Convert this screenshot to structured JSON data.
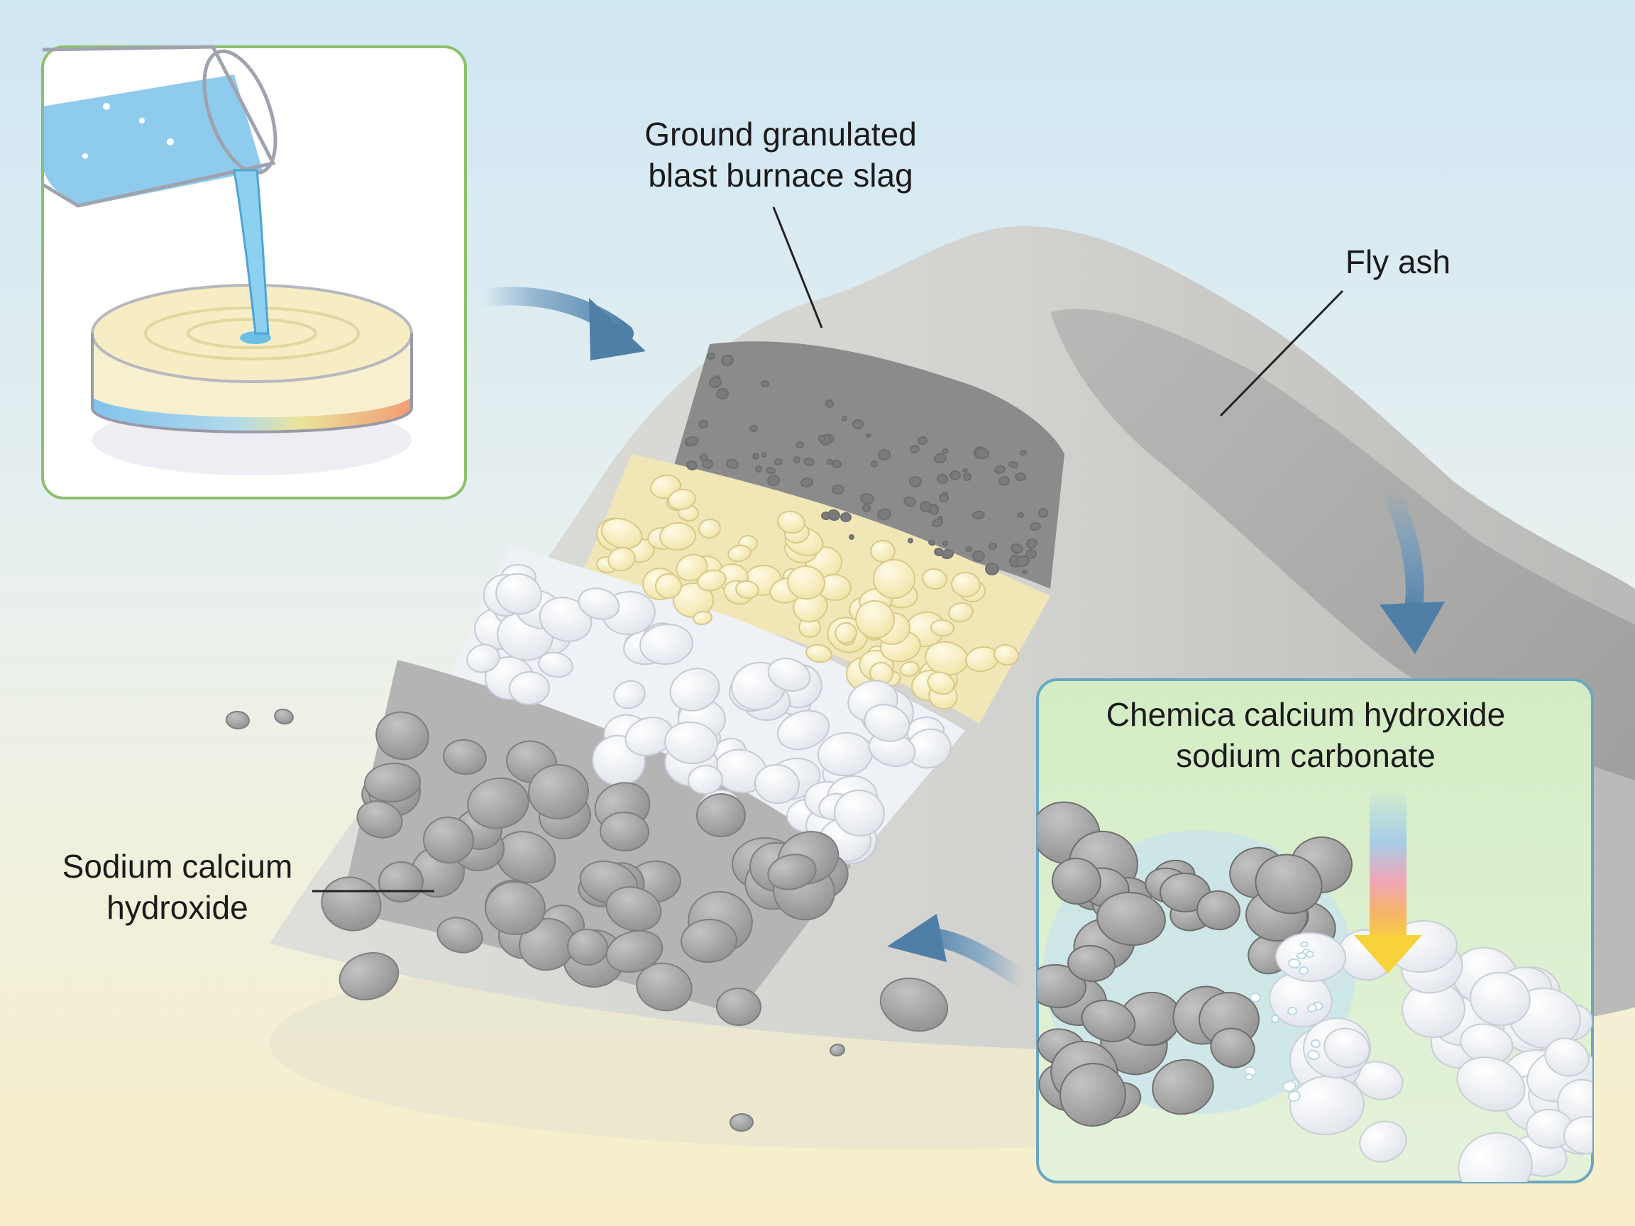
{
  "labels": {
    "ggbs": {
      "line1": "Ground granulated",
      "line2": "blast burnace slag"
    },
    "fly_ash": "Fly ash",
    "sodium": {
      "line1": "Sodium calcium",
      "line2": "hydroxide"
    },
    "chemical": {
      "line1": "Chemica calcium hydroxide",
      "line2": "sodium carbonate"
    }
  },
  "colors": {
    "sky_top": "#cfe6f3",
    "sky_bottom": "#f8efc9",
    "powder_light": "#d8d8d3",
    "powder_dark": "#9d9d9d",
    "slag_cut": "#8d8d8d",
    "yellow_granules": "#f2e8b8",
    "white_crystals": "#f3f5f8",
    "grey_stones": "#a9a9aa",
    "arrow": "#5f8fb3",
    "inset_top_border": "#8cc06a",
    "inset_bottom_border": "#6aa7c2",
    "inset_bottom_fill": "#d9efc9"
  },
  "icons": [
    "beaker-icon",
    "petri-dish-icon",
    "flow-arrow-icon",
    "leader-line-icon",
    "gradient-reaction-arrow-icon"
  ]
}
